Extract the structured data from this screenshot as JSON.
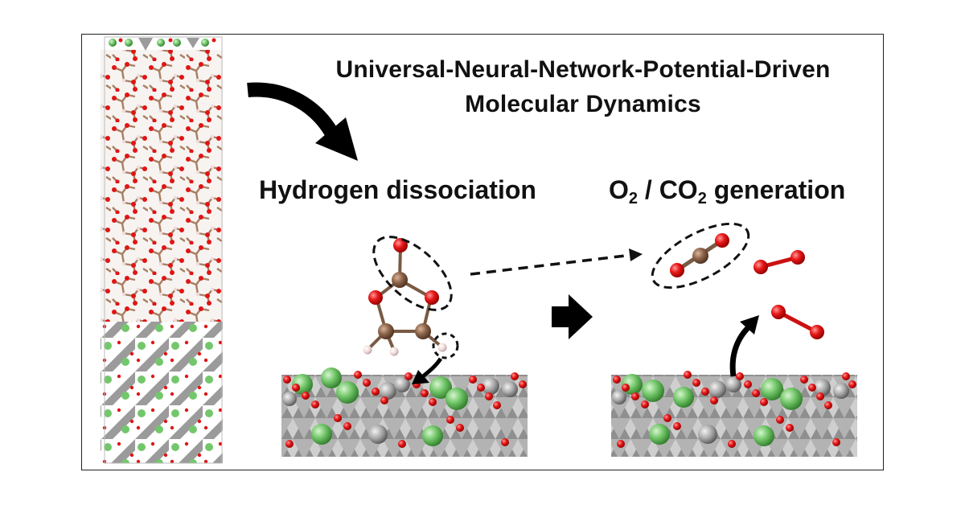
{
  "title": {
    "line1": "Universal-Neural-Network-Potential-Driven",
    "line2": "Molecular Dynamics"
  },
  "labels": {
    "hydrogen": "Hydrogen dissociation",
    "gen_o": "O",
    "gen_o_sub": "2",
    "gen_sep": " / CO",
    "gen_co_sub": "2",
    "gen_end": " generation"
  },
  "colors": {
    "oxygen": "#e01515",
    "carbon": "#8b6248",
    "hydrogen": "#f3dcdc",
    "metal_green": "#73c76b",
    "metal_gray": "#9e9e9e",
    "arrow": "#000000"
  }
}
